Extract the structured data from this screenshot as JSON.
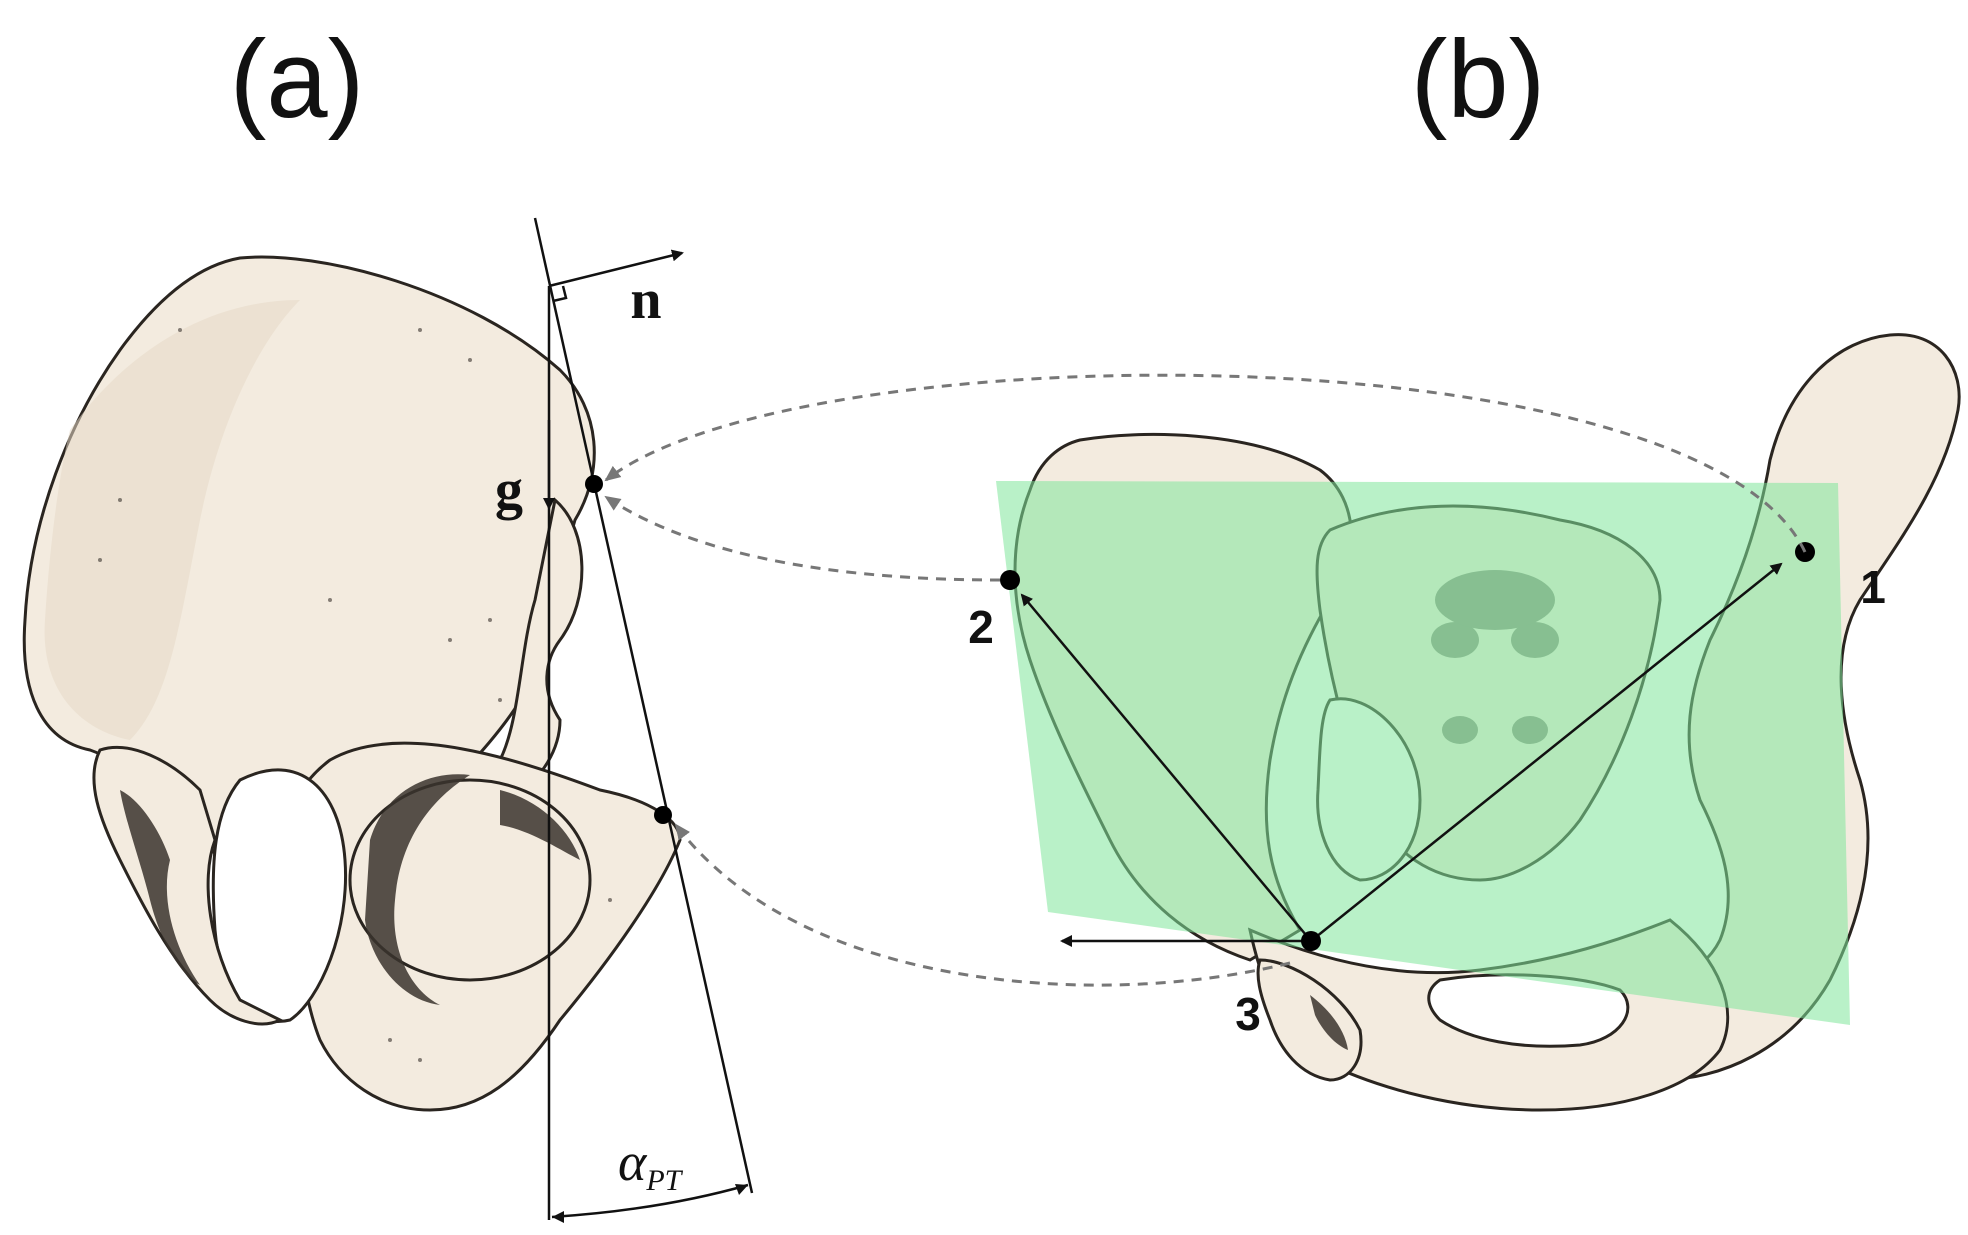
{
  "panels": {
    "a": {
      "label": "(a)"
    },
    "b": {
      "label": "(b)"
    }
  },
  "vectors": {
    "normal": "n",
    "gravity": "g"
  },
  "angle": {
    "symbol": "α",
    "subscript": "PT"
  },
  "landmarks": [
    "1",
    "2",
    "3"
  ],
  "colors": {
    "plane_fill": "#7fe59a",
    "bone_fill": "#f3ebdf",
    "dashed_arrow": "#777777",
    "ink": "#111111"
  },
  "icons": {
    "pelvis_lateral": "pelvis-lateral-view-drawing",
    "pelvis_frontal": "pelvis-frontal-view-drawing",
    "plane": "anterior-pelvic-plane"
  }
}
